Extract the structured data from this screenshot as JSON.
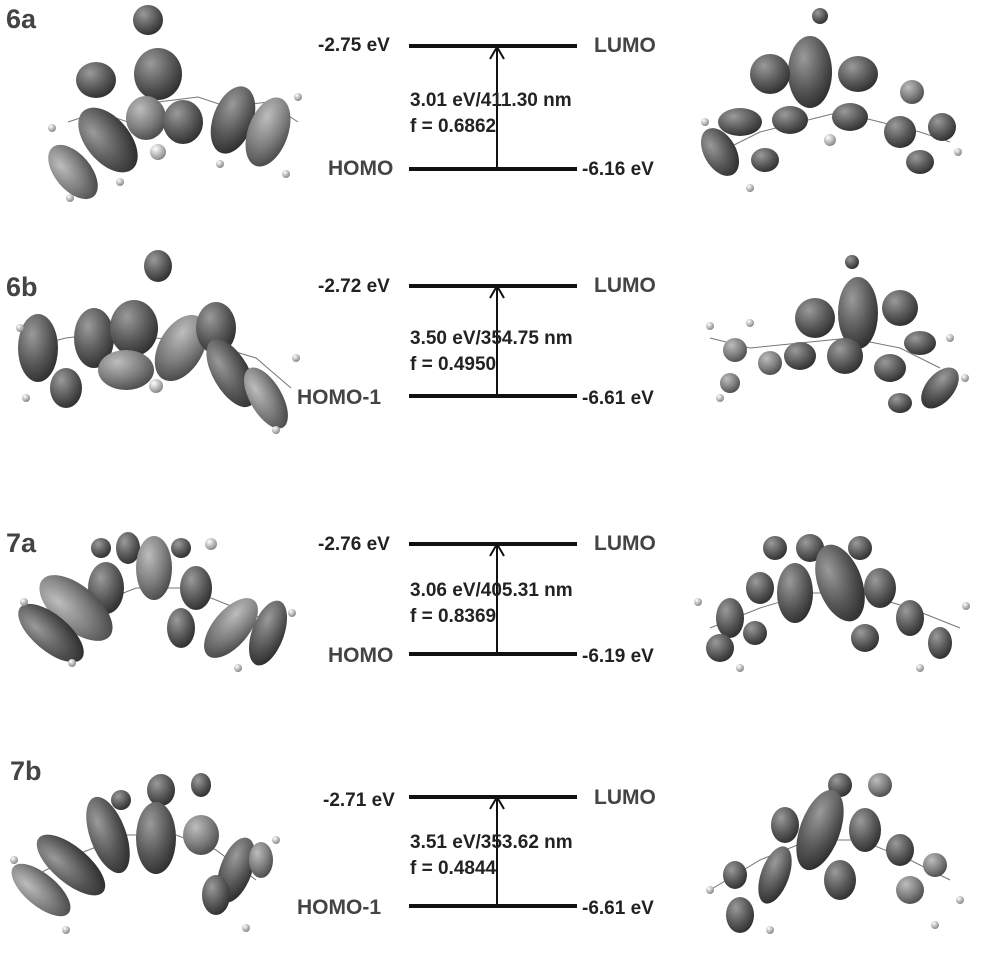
{
  "panels": [
    {
      "id": "6a",
      "lumo_energy": "-2.75 eV",
      "lumo_label": "LUMO",
      "homo_label": "HOMO",
      "homo_energy": "-6.16 eV",
      "transition": "3.01 eV/411.30 nm",
      "oscillator": "f = 0.6862"
    },
    {
      "id": "6b",
      "lumo_energy": "-2.72 eV",
      "lumo_label": "LUMO",
      "homo_label": "HOMO-1",
      "homo_energy": "-6.61 eV",
      "transition": "3.50 eV/354.75 nm",
      "oscillator": "f = 0.4950"
    },
    {
      "id": "7a",
      "lumo_energy": "-2.76 eV",
      "lumo_label": "LUMO",
      "homo_label": "HOMO",
      "homo_energy": "-6.19 eV",
      "transition": "3.06 eV/405.31 nm",
      "oscillator": "f = 0.8369"
    },
    {
      "id": "7b",
      "lumo_energy": "-2.71 eV",
      "lumo_label": "LUMO",
      "homo_label": "HOMO-1",
      "homo_energy": "-6.61 eV",
      "transition": "3.51 eV/353.62 nm",
      "oscillator": "f = 0.4844"
    }
  ]
}
